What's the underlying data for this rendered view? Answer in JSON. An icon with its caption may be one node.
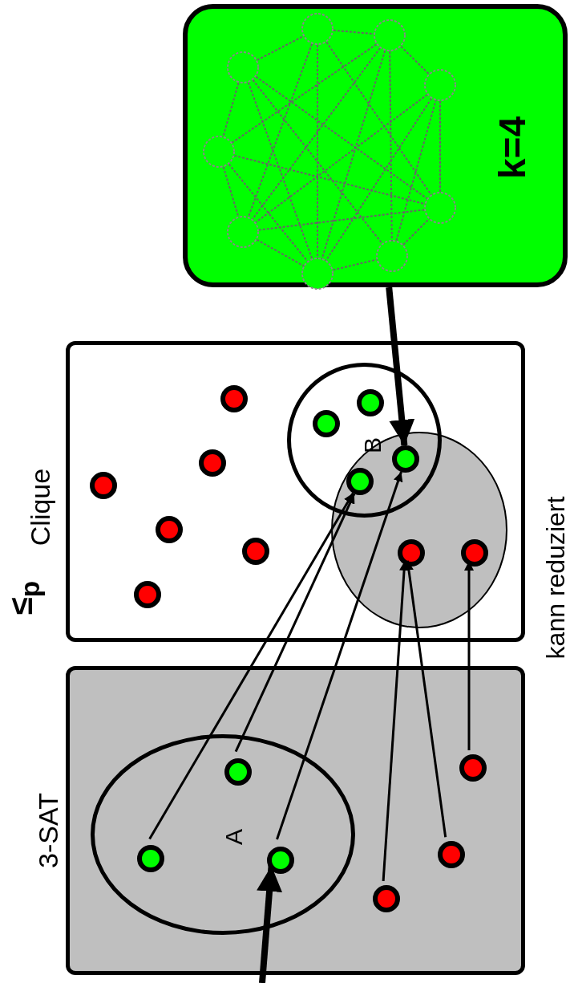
{
  "diagram": {
    "nodes": [
      {
        "text": [
          "3-SAT"
        ]
      },
      {
        "text": [
          "A"
        ],
        "in": 0
      },
      {
        "text": [],
        "shape": "circle",
        "in": 1
      },
      {
        "text": [],
        "shape": "circle",
        "in": 1
      },
      {
        "text": [],
        "shape": "circle",
        "in": 1
      },
      {
        "text": [],
        "shape": "circle",
        "in": 0
      },
      {
        "text": [],
        "shape": "circle",
        "in": 0
      },
      {
        "text": [],
        "shape": "circle",
        "in": 0
      },
      {
        "text": [
          "Clique"
        ]
      },
      {
        "text": [
          "B"
        ],
        "in": 8
      },
      {
        "text": [],
        "shape": "ellipse",
        "in": 8
      },
      {
        "text": [],
        "shape": "circle",
        "in": 8
      },
      {
        "text": [],
        "shape": "circle",
        "in": 8
      },
      {
        "text": [],
        "shape": "circle",
        "in": 8
      },
      {
        "text": [],
        "shape": "circle",
        "in": 8
      },
      {
        "text": [],
        "shape": "circle",
        "in": 8
      },
      {
        "text": [],
        "shape": "circle",
        "in": 8
      },
      {
        "text": [],
        "shape": "circle",
        "in": 9
      },
      {
        "text": [],
        "shape": "circle",
        "in": 9
      },
      {
        "text": [],
        "shape": "circle"
      },
      {
        "text": [],
        "shape": "circle"
      },
      {
        "text": [],
        "shape": "circle",
        "in": 10
      },
      {
        "text": [],
        "shape": "circle",
        "in": 10
      },
      {
        "text": [
          "k=4"
        ]
      }
    ],
    "edges": [
      {
        "from": 2,
        "to": 19,
        "arrow": "to"
      },
      {
        "from": 3,
        "to": 19,
        "arrow": "to"
      },
      {
        "from": 4,
        "to": 20,
        "arrow": "to"
      },
      {
        "from": 5,
        "to": 21,
        "arrow": "to"
      },
      {
        "from": 6,
        "to": 21,
        "arrow": "to"
      },
      {
        "from": 7,
        "to": 22,
        "arrow": "to"
      },
      {
        "from": 23,
        "to": 20,
        "arrow": "to",
        "style": "thick"
      },
      {
        "from": null,
        "to": 4,
        "arrow": "to",
        "style": "thick"
      }
    ],
    "labels": [
      "≤$_{p}$",
      "kann reduziert"
    ]
  }
}
